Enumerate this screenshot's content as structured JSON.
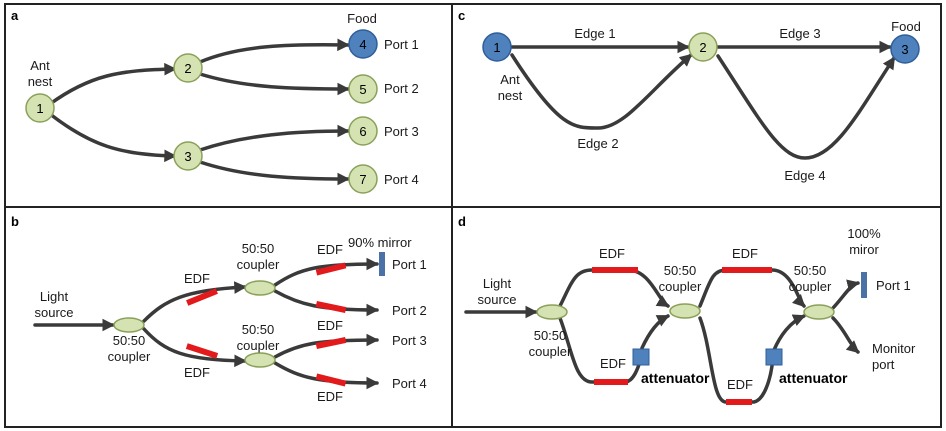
{
  "panels": {
    "a": {
      "label": "a",
      "ant_nest": [
        "Ant",
        "nest"
      ],
      "food": "Food",
      "nodes": [
        "1",
        "2",
        "3",
        "4",
        "5",
        "6",
        "7"
      ],
      "ports": [
        "Port 1",
        "Port 2",
        "Port 3",
        "Port 4"
      ]
    },
    "b": {
      "label": "b",
      "light_source": [
        "Light",
        "source"
      ],
      "coupler_main": [
        "50:50",
        "coupler"
      ],
      "coupler_upper": [
        "50:50",
        "coupler"
      ],
      "coupler_lower": [
        "50:50",
        "coupler"
      ],
      "edf": "EDF",
      "mirror": "90% mirror",
      "ports": [
        "Port 1",
        "Port 2",
        "Port 3",
        "Port 4"
      ]
    },
    "c": {
      "label": "c",
      "nodes": [
        "1",
        "2",
        "3"
      ],
      "food": "Food",
      "ant_nest": [
        "Ant",
        "nest"
      ],
      "edges": [
        "Edge 1",
        "Edge 2",
        "Edge 3",
        "Edge 4"
      ]
    },
    "d": {
      "label": "d",
      "light_source": [
        "Light",
        "source"
      ],
      "coupler_1": [
        "50:50",
        "coupler"
      ],
      "coupler_2": [
        "50:50",
        "coupler"
      ],
      "coupler_3": [
        "50:50",
        "coupler"
      ],
      "edf": "EDF",
      "attenuator": "attenuator",
      "mirror": [
        "100%",
        "miror"
      ],
      "port1": "Port 1",
      "monitor": [
        "Monitor",
        "port"
      ]
    }
  },
  "colors": {
    "node_green": "#d5e3b3",
    "node_green_stroke": "#8aa05a",
    "node_blue": "#4f81bd",
    "node_blue_stroke": "#2f5f99",
    "edf_red": "#e31a1c",
    "attenuator_blue": "#4f81bd",
    "mirror_blue": "#4a72a6",
    "line": "#3a3a3a",
    "frame": "#222222"
  }
}
